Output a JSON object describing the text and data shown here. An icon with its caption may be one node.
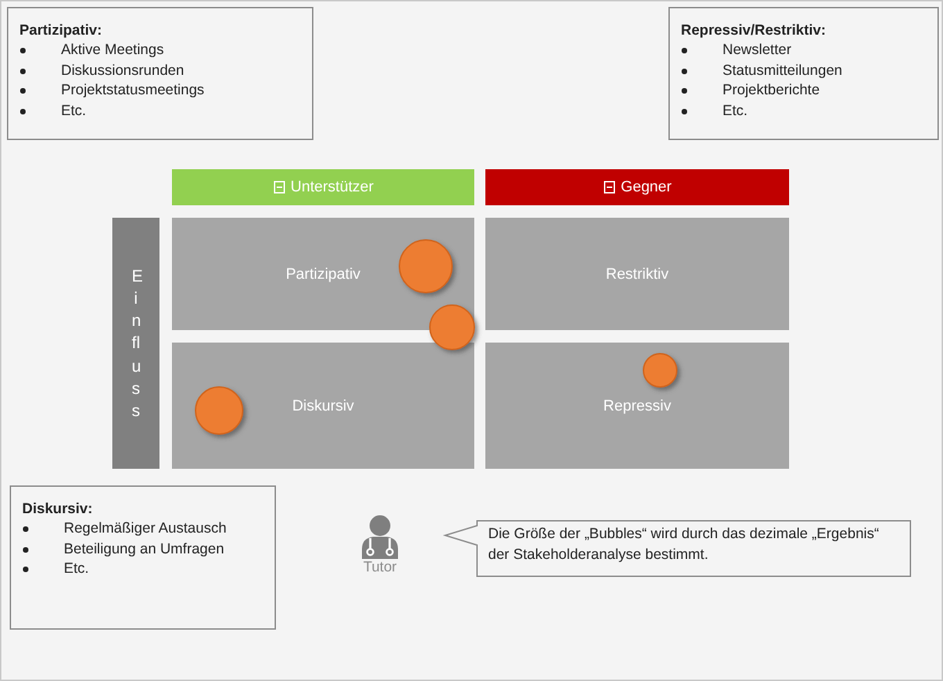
{
  "diagram": {
    "nodes": [
      {
        "text": [
          "Partizipativ:",
          "Aktive Meetings",
          "Diskussionsrunden",
          "Projektstatusmeetings",
          "Etc."
        ]
      },
      {
        "text": [
          "Repressiv/Restriktiv:",
          "Newsletter",
          "Statusmitteilungen",
          "Projektberichte",
          "Etc."
        ]
      },
      {
        "text": [
          "Unterstützer"
        ]
      },
      {
        "text": [
          "Gegner"
        ]
      },
      {
        "text": [
          "Einfluss"
        ]
      },
      {
        "text": [
          "Partizipativ"
        ]
      },
      {
        "text": [
          "Restriktiv"
        ]
      },
      {
        "text": [
          "Diskursiv"
        ]
      },
      {
        "text": [
          "Repressiv"
        ]
      },
      {
        "text": [
          "Diskursiv:",
          "Regelmäßiger Austausch",
          "Beteiligung an Umfragen",
          "Etc."
        ]
      },
      {
        "text": [
          "Tutor"
        ]
      },
      {
        "text": [
          "Die Größe der „Bubbles“ wird durch das dezimale „Ergebnis“ der Stakeholderanalyse bestimmt."
        ]
      }
    ]
  }
}
